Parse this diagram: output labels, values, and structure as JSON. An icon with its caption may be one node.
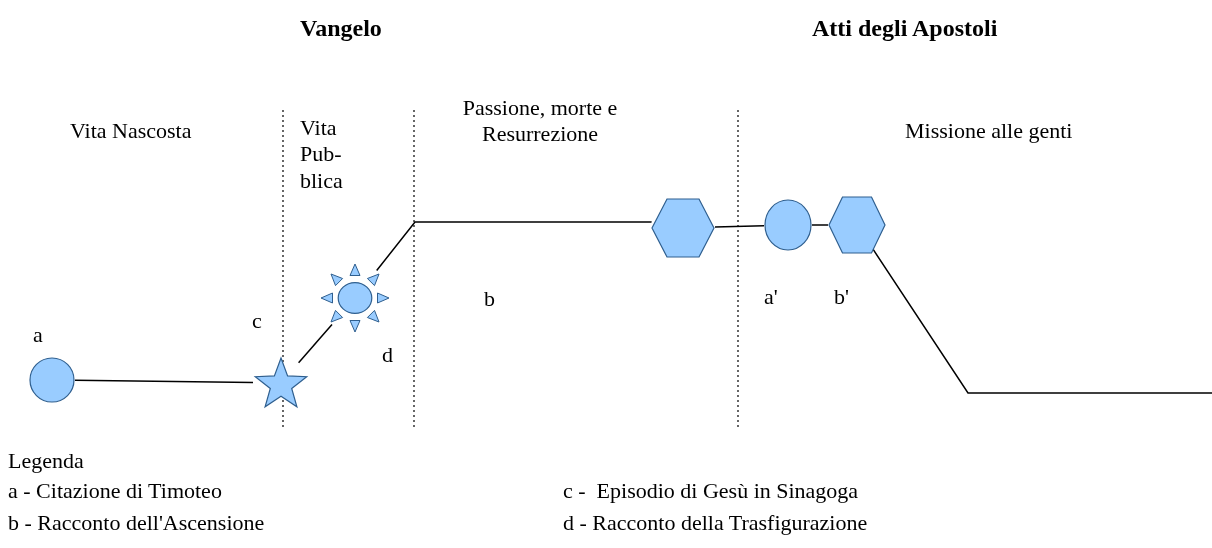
{
  "diagram": {
    "nodes": [
      {
        "text": [],
        "shape": "circle",
        "beside": [
          "a"
        ]
      },
      {
        "text": [],
        "shape": "star",
        "beside": [
          "c"
        ]
      },
      {
        "text": [],
        "shape": "sun",
        "beside": [
          "d"
        ]
      },
      {
        "text": [],
        "shape": "hexagon"
      },
      {
        "text": [],
        "shape": "circle",
        "beside": [
          "a'"
        ]
      },
      {
        "text": [],
        "shape": "hexagon",
        "beside": [
          "b'"
        ]
      }
    ],
    "edges": [
      {
        "from": 0,
        "to": 1,
        "arrow": "none"
      },
      {
        "from": 1,
        "to": 2,
        "arrow": "none"
      },
      {
        "from": 2,
        "to": 3,
        "arrow": "none"
      },
      {
        "from": 3,
        "to": 4,
        "arrow": "none"
      },
      {
        "from": 4,
        "to": 5,
        "arrow": "none"
      },
      {
        "from": 5,
        "to": null,
        "arrow": "none"
      }
    ],
    "labels": [
      "Vangelo",
      "Atti degli Apostoli",
      "Vita Nascosta",
      "Vita Pub- blica",
      "Passione, morte e Resurrezione",
      "Missione alle genti",
      "b",
      "Legenda",
      "a - Citazione di Timoteo",
      "c -  Episodio di Gesù in Sinagoga",
      "b - Racconto dell'Ascensione",
      "d - Racconto della Trasfigurazione"
    ]
  }
}
